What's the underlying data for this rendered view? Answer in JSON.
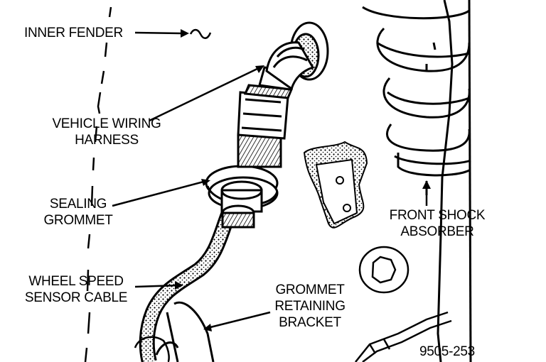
{
  "labels": {
    "inner_fender": "INNER FENDER",
    "vehicle_wiring_harness": [
      "VEHICLE WIRING",
      "HARNESS"
    ],
    "sealing_grommet": [
      "SEALING",
      "GROMMET"
    ],
    "wheel_speed_sensor_cable": [
      "WHEEL SPEED",
      "SENSOR CABLE"
    ],
    "grommet_retaining_bracket": [
      "GROMMET",
      "RETAINING",
      "BRACKET"
    ],
    "front_shock_absorber": [
      "FRONT SHOCK",
      "ABSORBER"
    ],
    "figure_number": "9505-253"
  }
}
